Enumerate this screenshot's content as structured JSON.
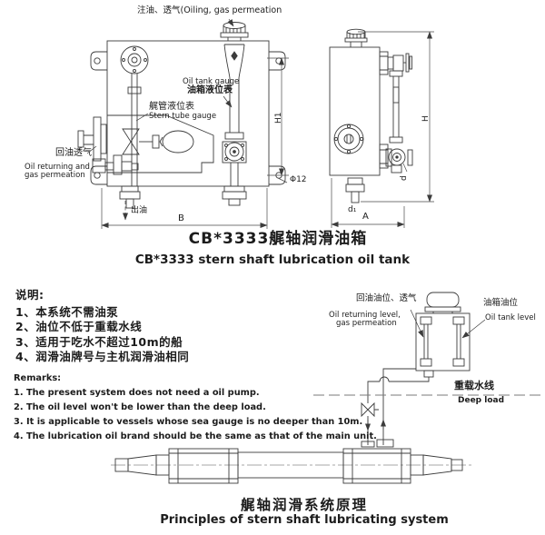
{
  "front_view": {
    "label_oiling": "注油、透气(Oiling, gas permeation",
    "oil_tank_gauge_en": "Oil tank gauge",
    "oil_tank_gauge_zh": "油箱液位表",
    "stern_tube_gauge_zh": "艉管液位表",
    "stern_tube_gauge_en": "Stern tube gauge",
    "oil_return_zh": "回油透气",
    "oil_return_en_line1": "Oil returning and",
    "oil_return_en_line2": "gas permeation",
    "oil_outlet_zh": "出油",
    "dim_b": "B",
    "dim_h1": "H1",
    "dim_phi12": "Φ12"
  },
  "side_view": {
    "dim_h": "H",
    "dim_a": "A",
    "dim_d": "d",
    "dim_d1": "d₁"
  },
  "tank_title": {
    "zh": "CB*3333艉轴润滑油箱",
    "en": "CB*3333 stern shaft lubrication oil tank"
  },
  "notes": {
    "heading": "说明:",
    "items": [
      "1、本系统不需油泵",
      "2、油位不低于重载水线",
      "3、适用于吃水不超过10m的船",
      "4、润滑油牌号与主机润滑油相同"
    ]
  },
  "remarks": {
    "heading": "Remarks:",
    "items": [
      "1. The present system does not need a oil pump.",
      "2. The oil level won't be lower than the deep load.",
      "3. It is applicable to vessels whose sea gauge is no deeper than 10m.",
      "4. The lubrication oil brand should be the same as that of the main unit."
    ]
  },
  "schematic": {
    "oil_return_zh": "回油油位、透气",
    "oil_return_en_line1": "Oil returning level,",
    "oil_return_en_line2": "gas permeation",
    "oil_tank_level_zh": "油箱油位",
    "oil_tank_level_en": "Oil tank level",
    "waterline_zh": "重载水线",
    "waterline_en": "Deep load"
  },
  "system_title": {
    "zh": "艉轴润滑系统原理",
    "en": "Principles of stern shaft lubricating system"
  },
  "colors": {
    "line": "#3c3c3c",
    "dim": "#4a4a4a",
    "text": "#1c1c1c"
  }
}
